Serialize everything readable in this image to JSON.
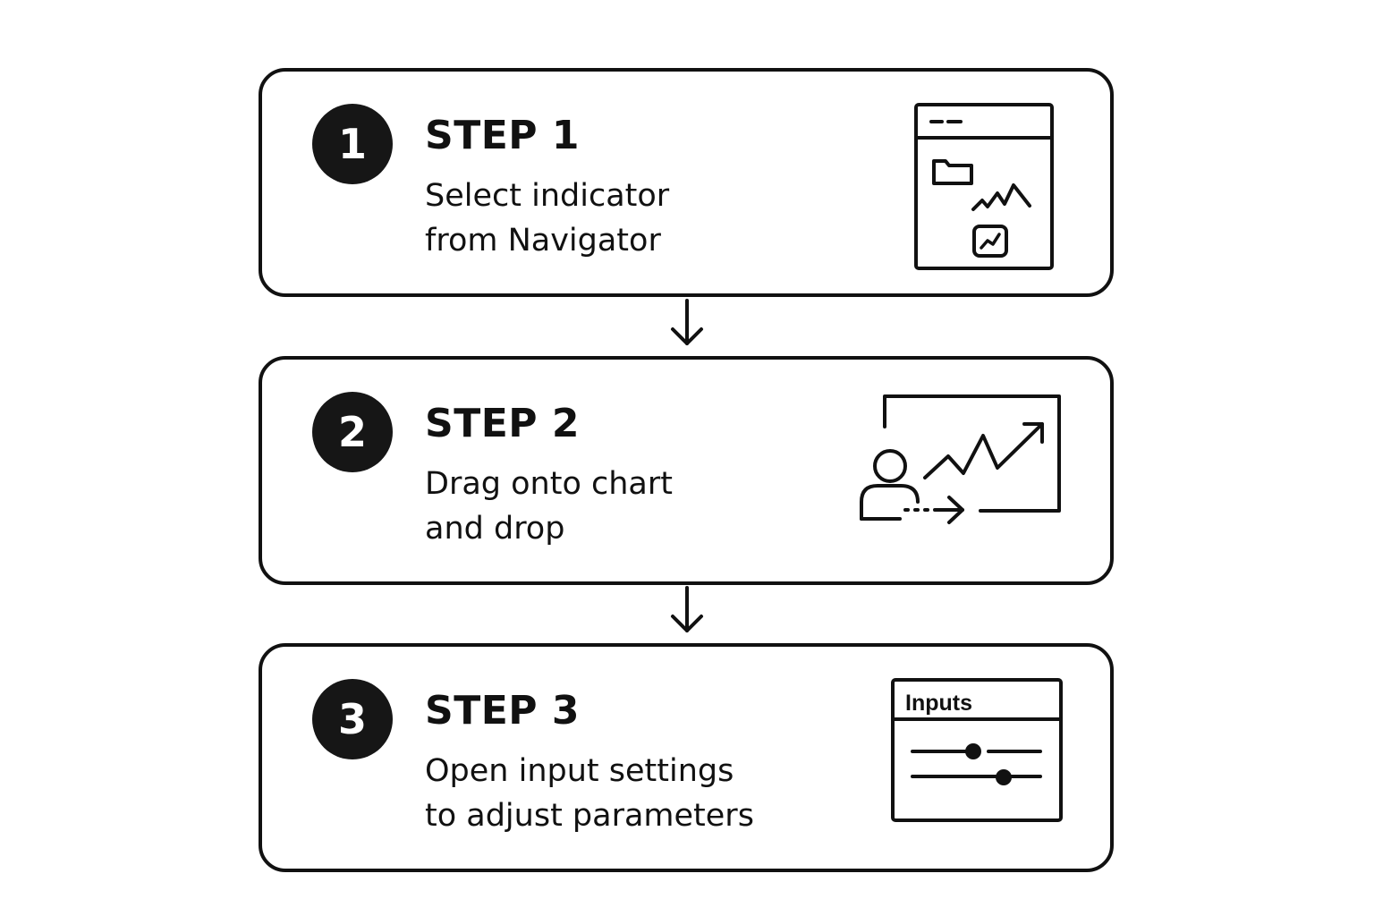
{
  "steps": [
    {
      "number": "1",
      "title": "STEP 1",
      "description": [
        "Select indicator",
        "from Navigator"
      ],
      "icon": "navigator-window-icon"
    },
    {
      "number": "2",
      "title": "STEP 2",
      "description": [
        "Drag onto chart",
        "and drop"
      ],
      "icon": "drag-to-chart-icon"
    },
    {
      "number": "3",
      "title": "STEP 3",
      "description": [
        "Open input settings",
        "to adjust parameters"
      ],
      "icon": "inputs-settings-icon",
      "panel_title": "Inputs"
    }
  ],
  "connectors": [
    "down-arrow-icon",
    "down-arrow-icon"
  ],
  "colors": {
    "stroke": "#111111",
    "badge": "#161616",
    "background": "#ffffff"
  }
}
